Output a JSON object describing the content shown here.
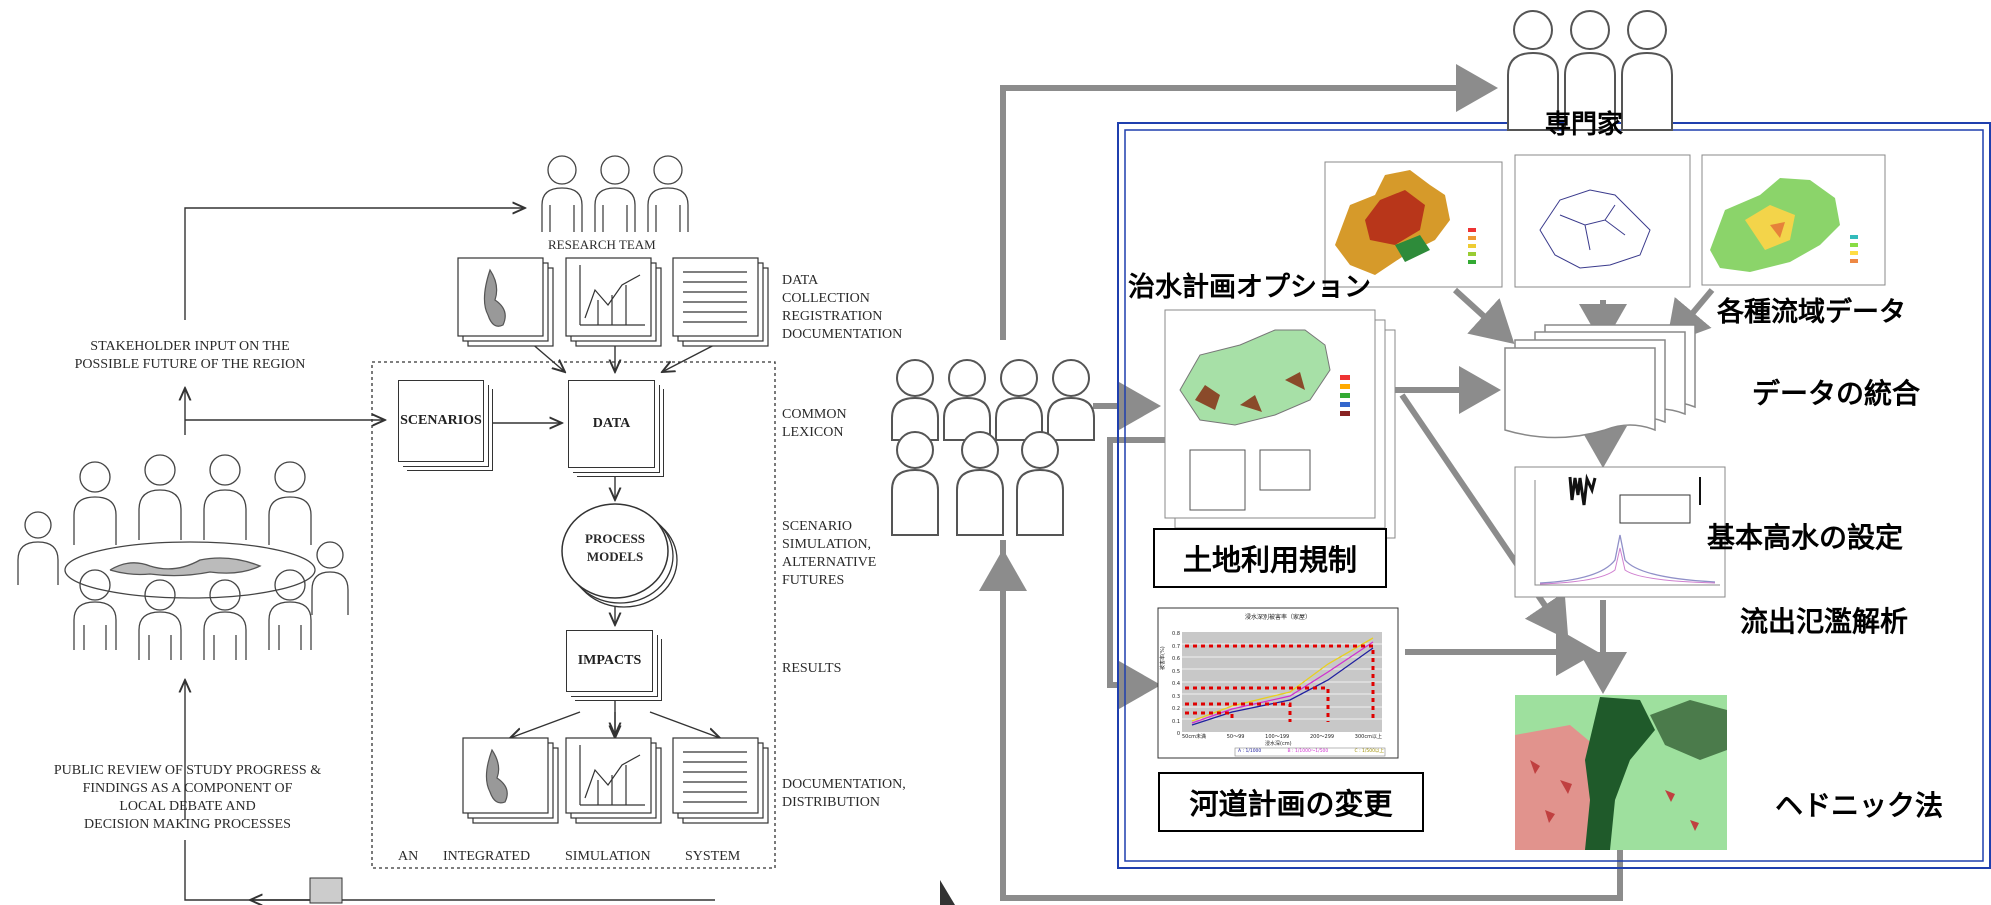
{
  "left_diagram": {
    "research_team": "RESEARCH TEAM",
    "stakeholder_input": [
      "STAKEHOLDER INPUT ON THE",
      "POSSIBLE FUTURE OF THE REGION"
    ],
    "public_review": [
      "PUBLIC REVIEW OF STUDY PROGRESS &",
      "FINDINGS AS A COMPONENT OF",
      "LOCAL DEBATE AND",
      "DECISION MAKING PROCESSES"
    ],
    "nodes": {
      "scenarios": "SCENARIOS",
      "data": "DATA",
      "process_models": [
        "PROCESS",
        "MODELS"
      ],
      "impacts": "IMPACTS"
    },
    "side_labels": {
      "data_collection": [
        "DATA",
        "COLLECTION",
        "REGISTRATION",
        "DOCUMENTATION"
      ],
      "common_lexicon": [
        "COMMON",
        "LEXICON"
      ],
      "scenario_simulation": [
        "SCENARIO",
        "SIMULATION,",
        "ALTERNATIVE",
        "FUTURES"
      ],
      "results": "RESULTS",
      "documentation": [
        "DOCUMENTATION,",
        "DISTRIBUTION"
      ]
    },
    "bottom_caption": [
      "AN",
      "INTEGRATED",
      "SIMULATION",
      "SYSTEM"
    ]
  },
  "right_diagram": {
    "experts": "専門家",
    "flood_options": "治水計画オプション",
    "basin_data": "各種流域データ",
    "data_integration": "データの統合",
    "land_use": "土地利用規制",
    "base_flood": "基本高水の設定",
    "runoff_analysis": "流出氾濫解析",
    "river_plan": "河道計画の変更",
    "hedonic": "ヘドニック法",
    "chart_title": "浸水深別被害率（家屋）",
    "chart_x_ticks": [
      "50cm未満",
      "50～99",
      "100～199",
      "200～299",
      "300cm以上"
    ],
    "chart_x_label": "浸水深(cm)",
    "chart_y_ticks": [
      "0",
      "0.1",
      "0.2",
      "0.3",
      "0.4",
      "0.5",
      "0.6",
      "0.7",
      "0.8"
    ],
    "chart_y_label": "被害率(%)",
    "chart_legend": [
      "A : 1/1000",
      "B : 1/1000～1/500",
      "C : 1/500以上"
    ]
  },
  "colors": {
    "arrow_gray": "#8c8c8c",
    "frame_blue": "#1f3fae",
    "dotted_red": "#e00000"
  }
}
